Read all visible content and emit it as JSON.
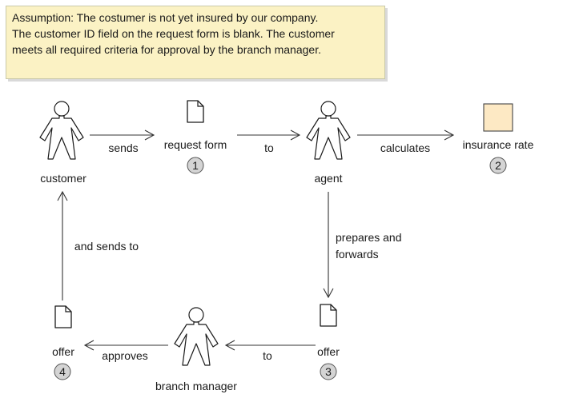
{
  "note": {
    "lines": [
      "Assumption: The costumer is not  yet insured by our company.",
      "The customer ID field on the request form is blank. The customer",
      "meets all required criteria for approval by the branch manager."
    ]
  },
  "actors": {
    "customer": "customer",
    "agent": "agent",
    "branch_manager": "branch manager"
  },
  "artifacts": {
    "request_form": {
      "label": "request form",
      "step": "1"
    },
    "insurance_rate": {
      "label": "insurance rate",
      "step": "2"
    },
    "offer_agent": {
      "label": "offer",
      "step": "3"
    },
    "offer_customer": {
      "label": "offer",
      "step": "4"
    }
  },
  "flows": {
    "sends": "sends",
    "to_agent": "to",
    "calculates": "calculates",
    "prepares_line1": "prepares and",
    "prepares_line2": "forwards",
    "to_manager": "to",
    "approves": "approves",
    "and_sends_to": "and sends to"
  },
  "colors": {
    "note_bg": "#fbf2c4",
    "rate_box": "#fde9c4",
    "badge": "#d4d4d4"
  }
}
